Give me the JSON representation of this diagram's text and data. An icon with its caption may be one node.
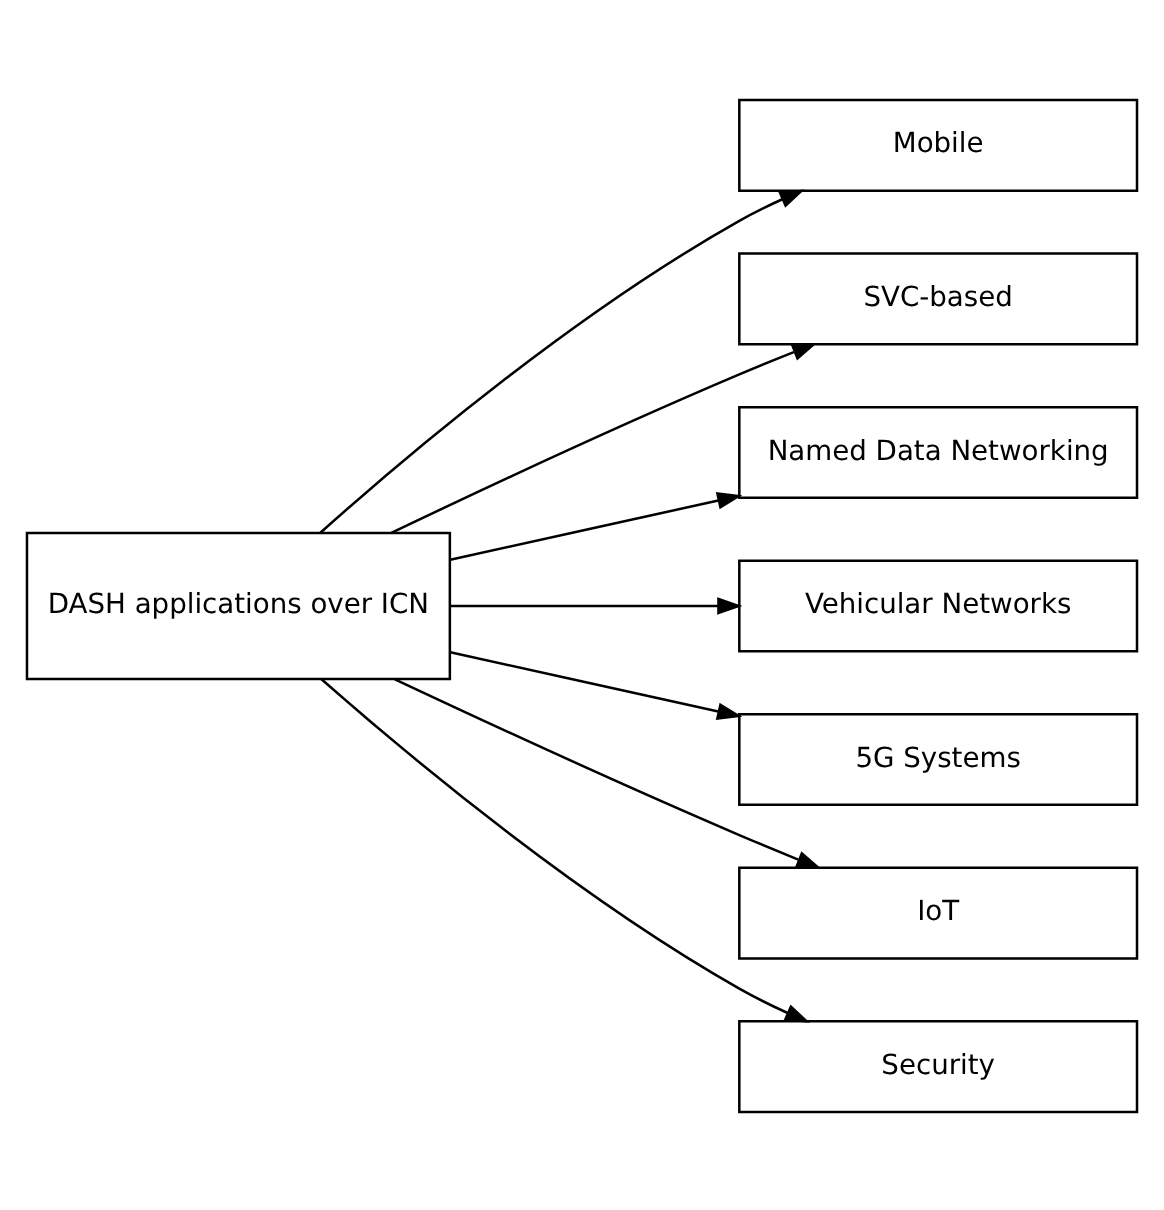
{
  "diagram": {
    "nodes": [
      {
        "text": [
          "DASH applications over ICN"
        ]
      },
      {
        "text": [
          "Mobile"
        ]
      },
      {
        "text": [
          "SVC-based"
        ]
      },
      {
        "text": [
          "Named Data Networking"
        ]
      },
      {
        "text": [
          "Vehicular Networks"
        ]
      },
      {
        "text": [
          "5G Systems"
        ]
      },
      {
        "text": [
          "IoT"
        ]
      },
      {
        "text": [
          "Security"
        ]
      }
    ],
    "edges": [
      {
        "from": 0,
        "to": 1,
        "arrow": "to"
      },
      {
        "from": 0,
        "to": 2,
        "arrow": "to"
      },
      {
        "from": 0,
        "to": 3,
        "arrow": "to"
      },
      {
        "from": 0,
        "to": 4,
        "arrow": "to"
      },
      {
        "from": 0,
        "to": 5,
        "arrow": "to"
      },
      {
        "from": 0,
        "to": 6,
        "arrow": "to"
      },
      {
        "from": 0,
        "to": 7,
        "arrow": "to"
      }
    ]
  }
}
